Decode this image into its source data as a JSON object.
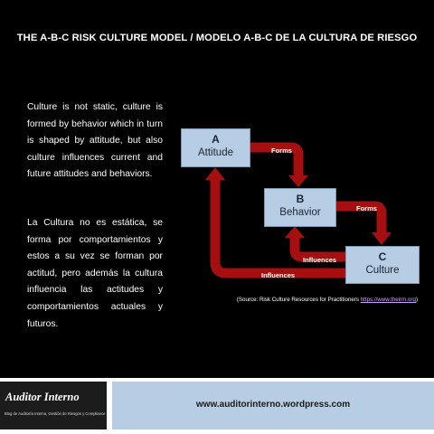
{
  "title": "THE A-B-C RISK CULTURE MODEL / MODELO A-B-C DE LA CULTURA DE RIESGO",
  "text": {
    "english": "Culture is not static, culture is formed by behavior which in turn is shaped by attitude, but also culture influences current and future attitudes and behaviors.",
    "spanish": "La Cultura no es estática, se forma por comportamientos y estos a su vez se forman por actitud, pero además la cultura influencia las actitudes y comportamientos actuales y futuros."
  },
  "diagram": {
    "boxes": {
      "a": {
        "letter": "A",
        "name": "Attitude"
      },
      "b": {
        "letter": "B",
        "name": "Behavior"
      },
      "c": {
        "letter": "C",
        "name": "Culture"
      }
    },
    "arrows": {
      "a_to_b": "Forms",
      "b_to_c": "Forms",
      "c_to_b": "Influences",
      "c_to_a": "Influences"
    },
    "colors": {
      "arrow": "#a50f0f",
      "box": "#b7cde3"
    }
  },
  "source": {
    "prefix": "(Source: Risk Culture Resources for Practitioners ",
    "link": "https://www.theirm.org",
    "suffix": ")"
  },
  "footer": {
    "brand": "Auditor Interno",
    "brand_sub": "Blog de Auditoría Interna, Gestión de Riesgos y Compliance",
    "site": "www.auditorinterno.wordpress.com"
  }
}
